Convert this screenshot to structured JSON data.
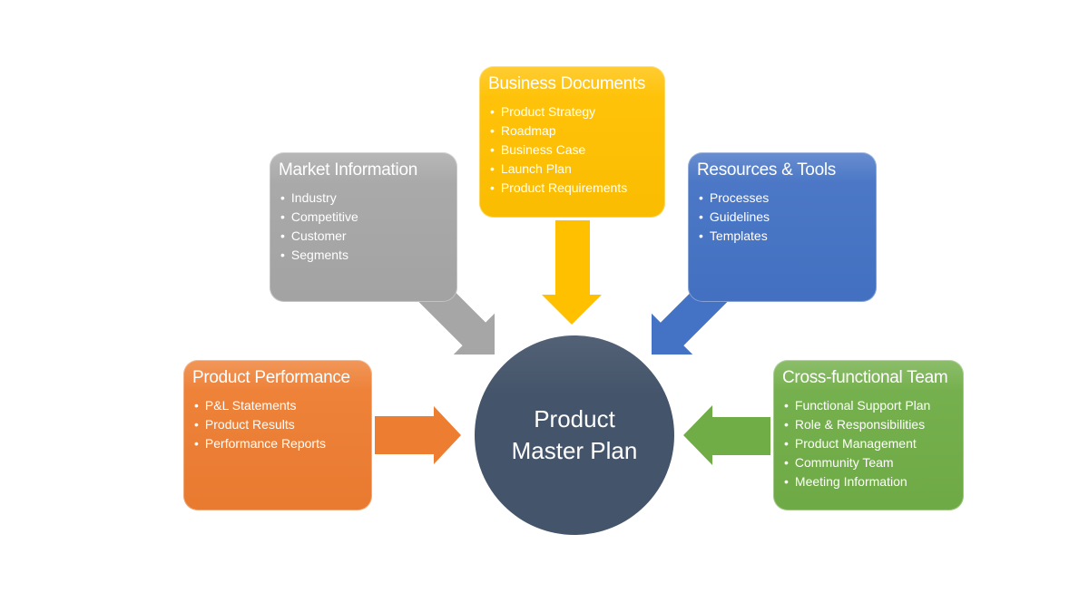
{
  "colors": {
    "gray": "#A6A6A6",
    "gold": "#FFC000",
    "blue": "#4472C4",
    "orange": "#ED7D31",
    "green": "#70AD47",
    "dark_slate": "#44546A",
    "text": "#FFFFFF",
    "background": "#FFFFFF"
  },
  "bullet": "•",
  "center_circle": {
    "line1": "Product",
    "line2": "Master Plan"
  },
  "boxes": [
    {
      "title": "Market Information",
      "items": [
        "Industry",
        "Competitive",
        "Customer",
        "Segments"
      ]
    },
    {
      "title": "Business Documents",
      "items": [
        "Product Strategy",
        "Roadmap",
        "Business Case",
        "Launch Plan",
        "Product Requirements"
      ]
    },
    {
      "title": "Resources & Tools",
      "items": [
        "Processes",
        "Guidelines",
        "Templates"
      ]
    },
    {
      "title": "Product Performance",
      "items": [
        "P&L Statements",
        "Product Results",
        "Performance Reports"
      ]
    },
    {
      "title": "Cross-functional Team",
      "items": [
        "Functional Support Plan",
        "Role & Responsibilities",
        "Product Management",
        "Community Team",
        "Meeting Information"
      ]
    }
  ]
}
